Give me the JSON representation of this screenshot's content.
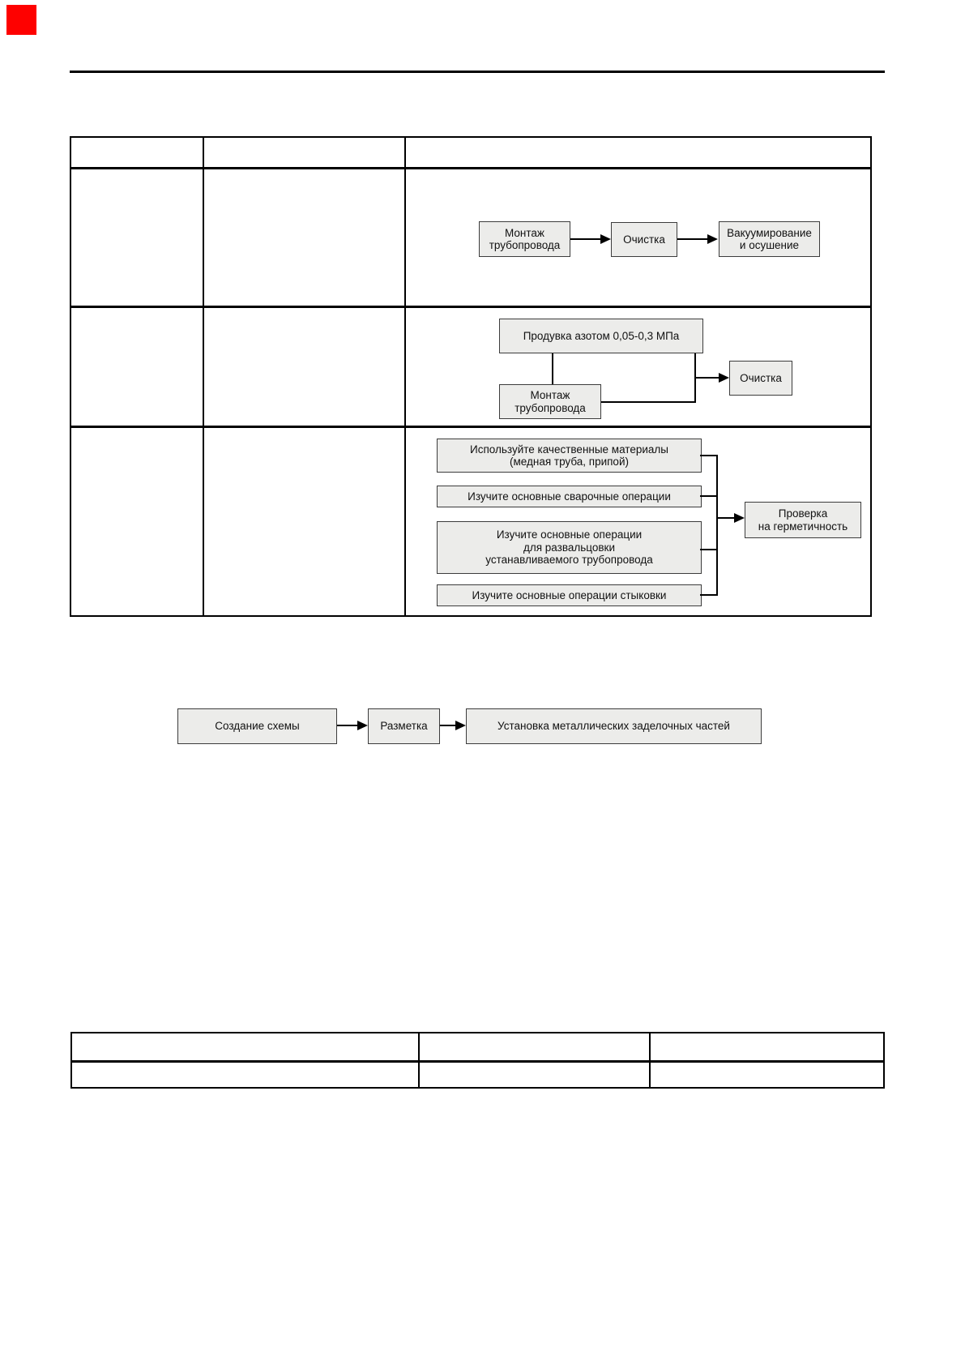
{
  "page": {
    "background": "#ffffff",
    "marker_color": "#fe0100"
  },
  "colors": {
    "box_fill": "#ececea",
    "box_border": "#3c3c3c",
    "line": "#000000",
    "table_border": "#000000"
  },
  "main_table": {
    "columns": 3,
    "rows": 3,
    "header_cells": [
      "",
      "",
      ""
    ],
    "col1_cells": [
      "",
      "",
      ""
    ],
    "col2_cells": [
      "",
      "",
      ""
    ]
  },
  "flow_row1": {
    "boxes": [
      {
        "lines": [
          "Монтаж",
          "трубопровода"
        ]
      },
      {
        "lines": [
          "Очистка"
        ]
      },
      {
        "lines": [
          "Вакуумирование",
          "и осушение"
        ]
      }
    ]
  },
  "flow_row2": {
    "boxes": [
      {
        "lines": [
          "Продувка азотом 0,05-0,3 МПа"
        ]
      },
      {
        "lines": [
          "Монтаж",
          "трубопровода"
        ]
      },
      {
        "lines": [
          "Очистка"
        ]
      }
    ]
  },
  "flow_row3": {
    "sources": [
      {
        "lines": [
          "Используйте качественные материалы",
          "(медная труба, припой)"
        ]
      },
      {
        "lines": [
          "Изучите основные сварочные операции"
        ]
      },
      {
        "lines": [
          "Изучите основные операции",
          "для развальцовки",
          "устанавливаемого трубопровода"
        ]
      },
      {
        "lines": [
          "Изучите основные операции стыковки"
        ]
      }
    ],
    "target": {
      "lines": [
        "Проверка",
        "на герметичность"
      ]
    }
  },
  "flow_standalone": {
    "boxes": [
      {
        "lines": [
          "Создание схемы"
        ]
      },
      {
        "lines": [
          "Разметка"
        ]
      },
      {
        "lines": [
          "Установка металлических заделочных частей"
        ]
      }
    ]
  },
  "bottom_table": {
    "columns": 3,
    "rows": 2,
    "header_cells": [
      "",
      "",
      ""
    ],
    "row_cells": [
      "",
      "",
      ""
    ]
  }
}
